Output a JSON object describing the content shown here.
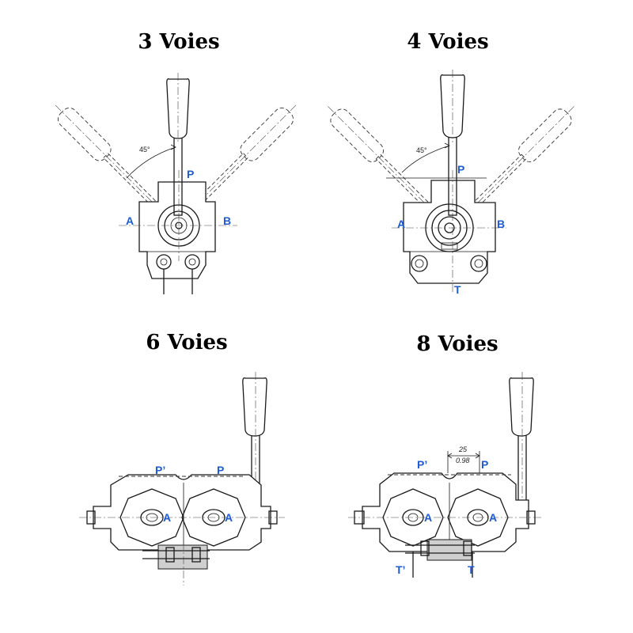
{
  "figures": [
    {
      "title": "3 Voies",
      "ports": {
        "P": "P",
        "A": "A",
        "B": "B"
      },
      "angle": "45°"
    },
    {
      "title": "4 Voies",
      "ports": {
        "P": "P",
        "A": "A",
        "B": "B",
        "T": "T"
      },
      "angle": "45°"
    },
    {
      "title": "6 Voies",
      "ports": {
        "P_prime": "P’",
        "P": "P",
        "A_left": "A",
        "A_right": "A"
      }
    },
    {
      "title": "8 Voies",
      "ports": {
        "P_prime": "P’",
        "P": "P",
        "A_left": "A",
        "A_right": "A",
        "T_prime": "T’",
        "T": "T"
      },
      "dimension": {
        "mm": "25",
        "inch": "0.98"
      }
    }
  ],
  "colors": {
    "port_label": "#1e5bd6",
    "line": "#1a1a1a"
  }
}
